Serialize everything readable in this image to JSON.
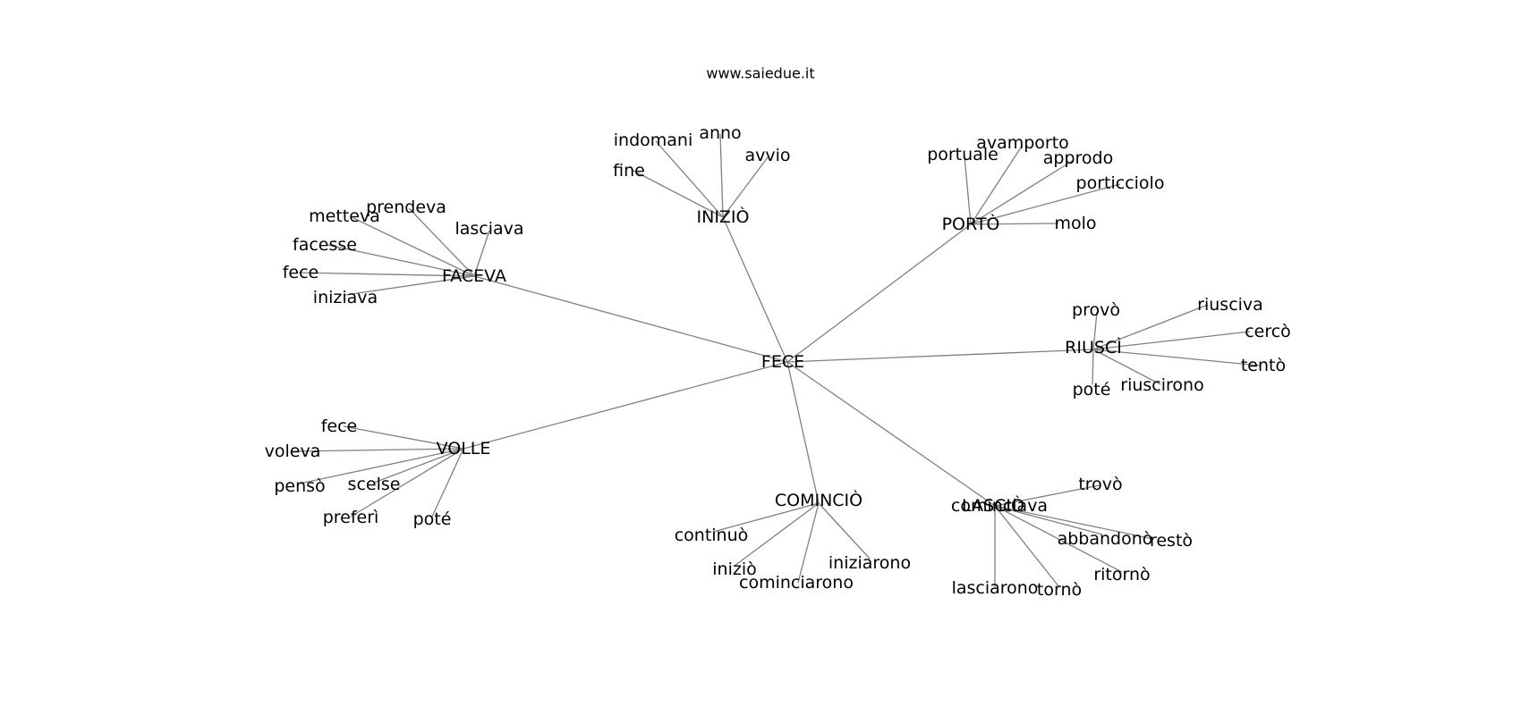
{
  "title": "www.saiedue.it",
  "root": "FECE",
  "clusters": [
    {
      "label": "INIZIÒ",
      "children": [
        "indomani",
        "anno",
        "avvio",
        "fine"
      ]
    },
    {
      "label": "PORTÒ",
      "children": [
        "portuale",
        "avamporto",
        "approdo",
        "porticciolo",
        "molo"
      ]
    },
    {
      "label": "FACEVA",
      "children": [
        "prendeva",
        "metteva",
        "lasciava",
        "facesse",
        "fece",
        "iniziava"
      ]
    },
    {
      "label": "RIUSCÌ",
      "children": [
        "provò",
        "riusciva",
        "cercò",
        "tentò",
        "poté",
        "riuscirono"
      ]
    },
    {
      "label": "VOLLE",
      "children": [
        "fece",
        "voleva",
        "pensò",
        "scelse",
        "preferì",
        "poté"
      ]
    },
    {
      "label": "COMINCIÒ",
      "children": [
        "continuò",
        "iniziò",
        "cominciarono",
        "iniziarono"
      ]
    },
    {
      "label": "LASCIÒ",
      "children": [
        "cominciava",
        "trovò",
        "abbandonò",
        "restò",
        "ritornò",
        "tornò",
        "lasciarono"
      ]
    }
  ]
}
